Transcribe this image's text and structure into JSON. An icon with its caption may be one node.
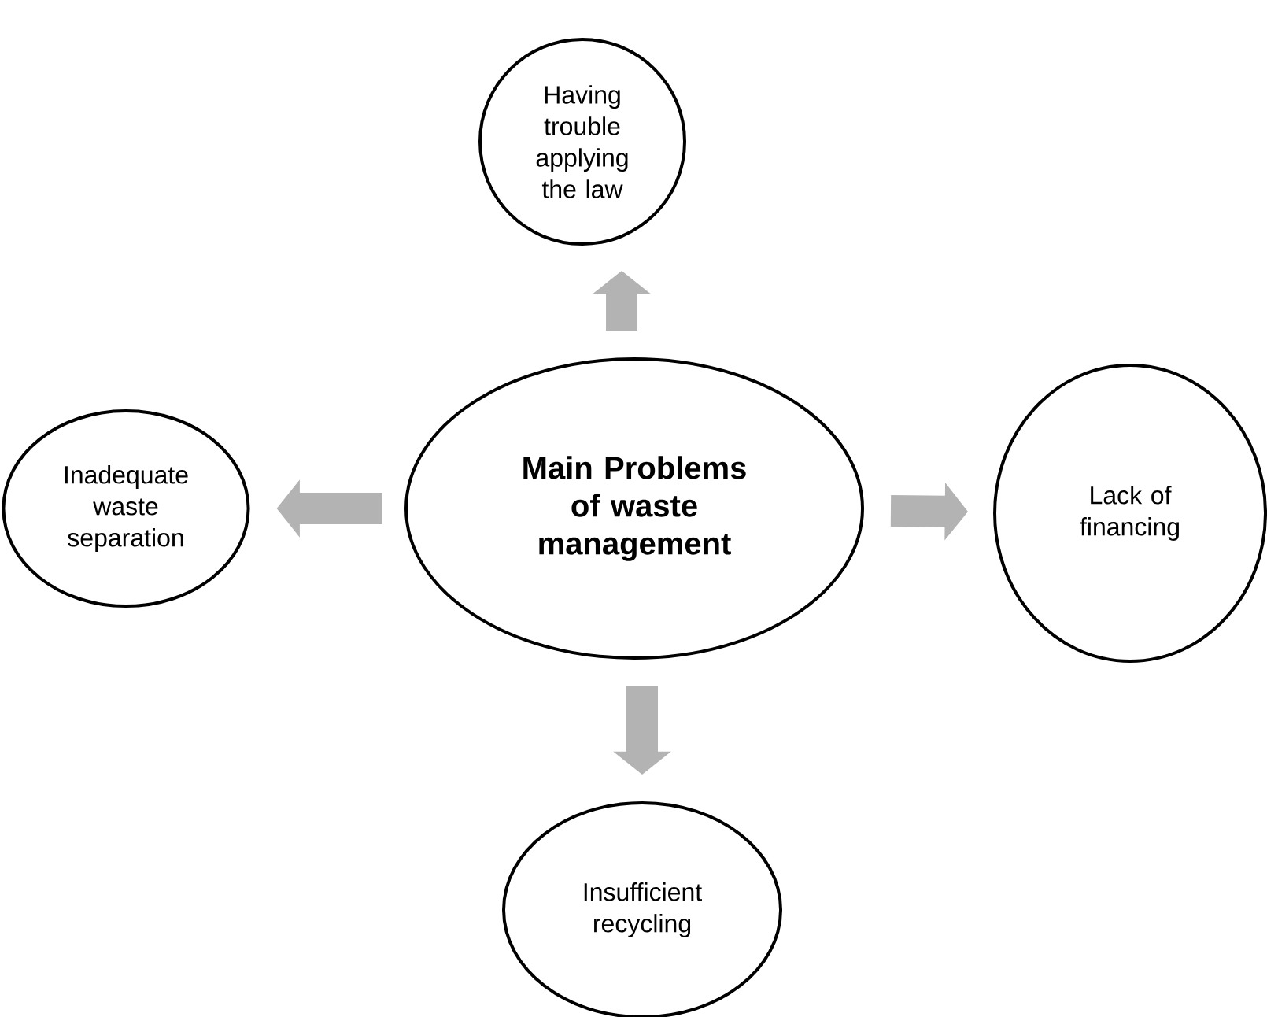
{
  "diagram": {
    "nodes": [
      {
        "text": [
          "Main Problems of waste management"
        ]
      },
      {
        "text": [
          "Having trouble applying the law"
        ]
      },
      {
        "text": [
          "Inadequate waste separation"
        ]
      },
      {
        "text": [
          "Lack of financing"
        ]
      },
      {
        "text": [
          "Insufficient recycling"
        ]
      }
    ],
    "edges": [
      {
        "from": 0,
        "to": 1,
        "arrow": "to"
      },
      {
        "from": 0,
        "to": 2,
        "arrow": "to"
      },
      {
        "from": 0,
        "to": 3,
        "arrow": "to"
      },
      {
        "from": 0,
        "to": 4,
        "arrow": "to"
      }
    ]
  }
}
